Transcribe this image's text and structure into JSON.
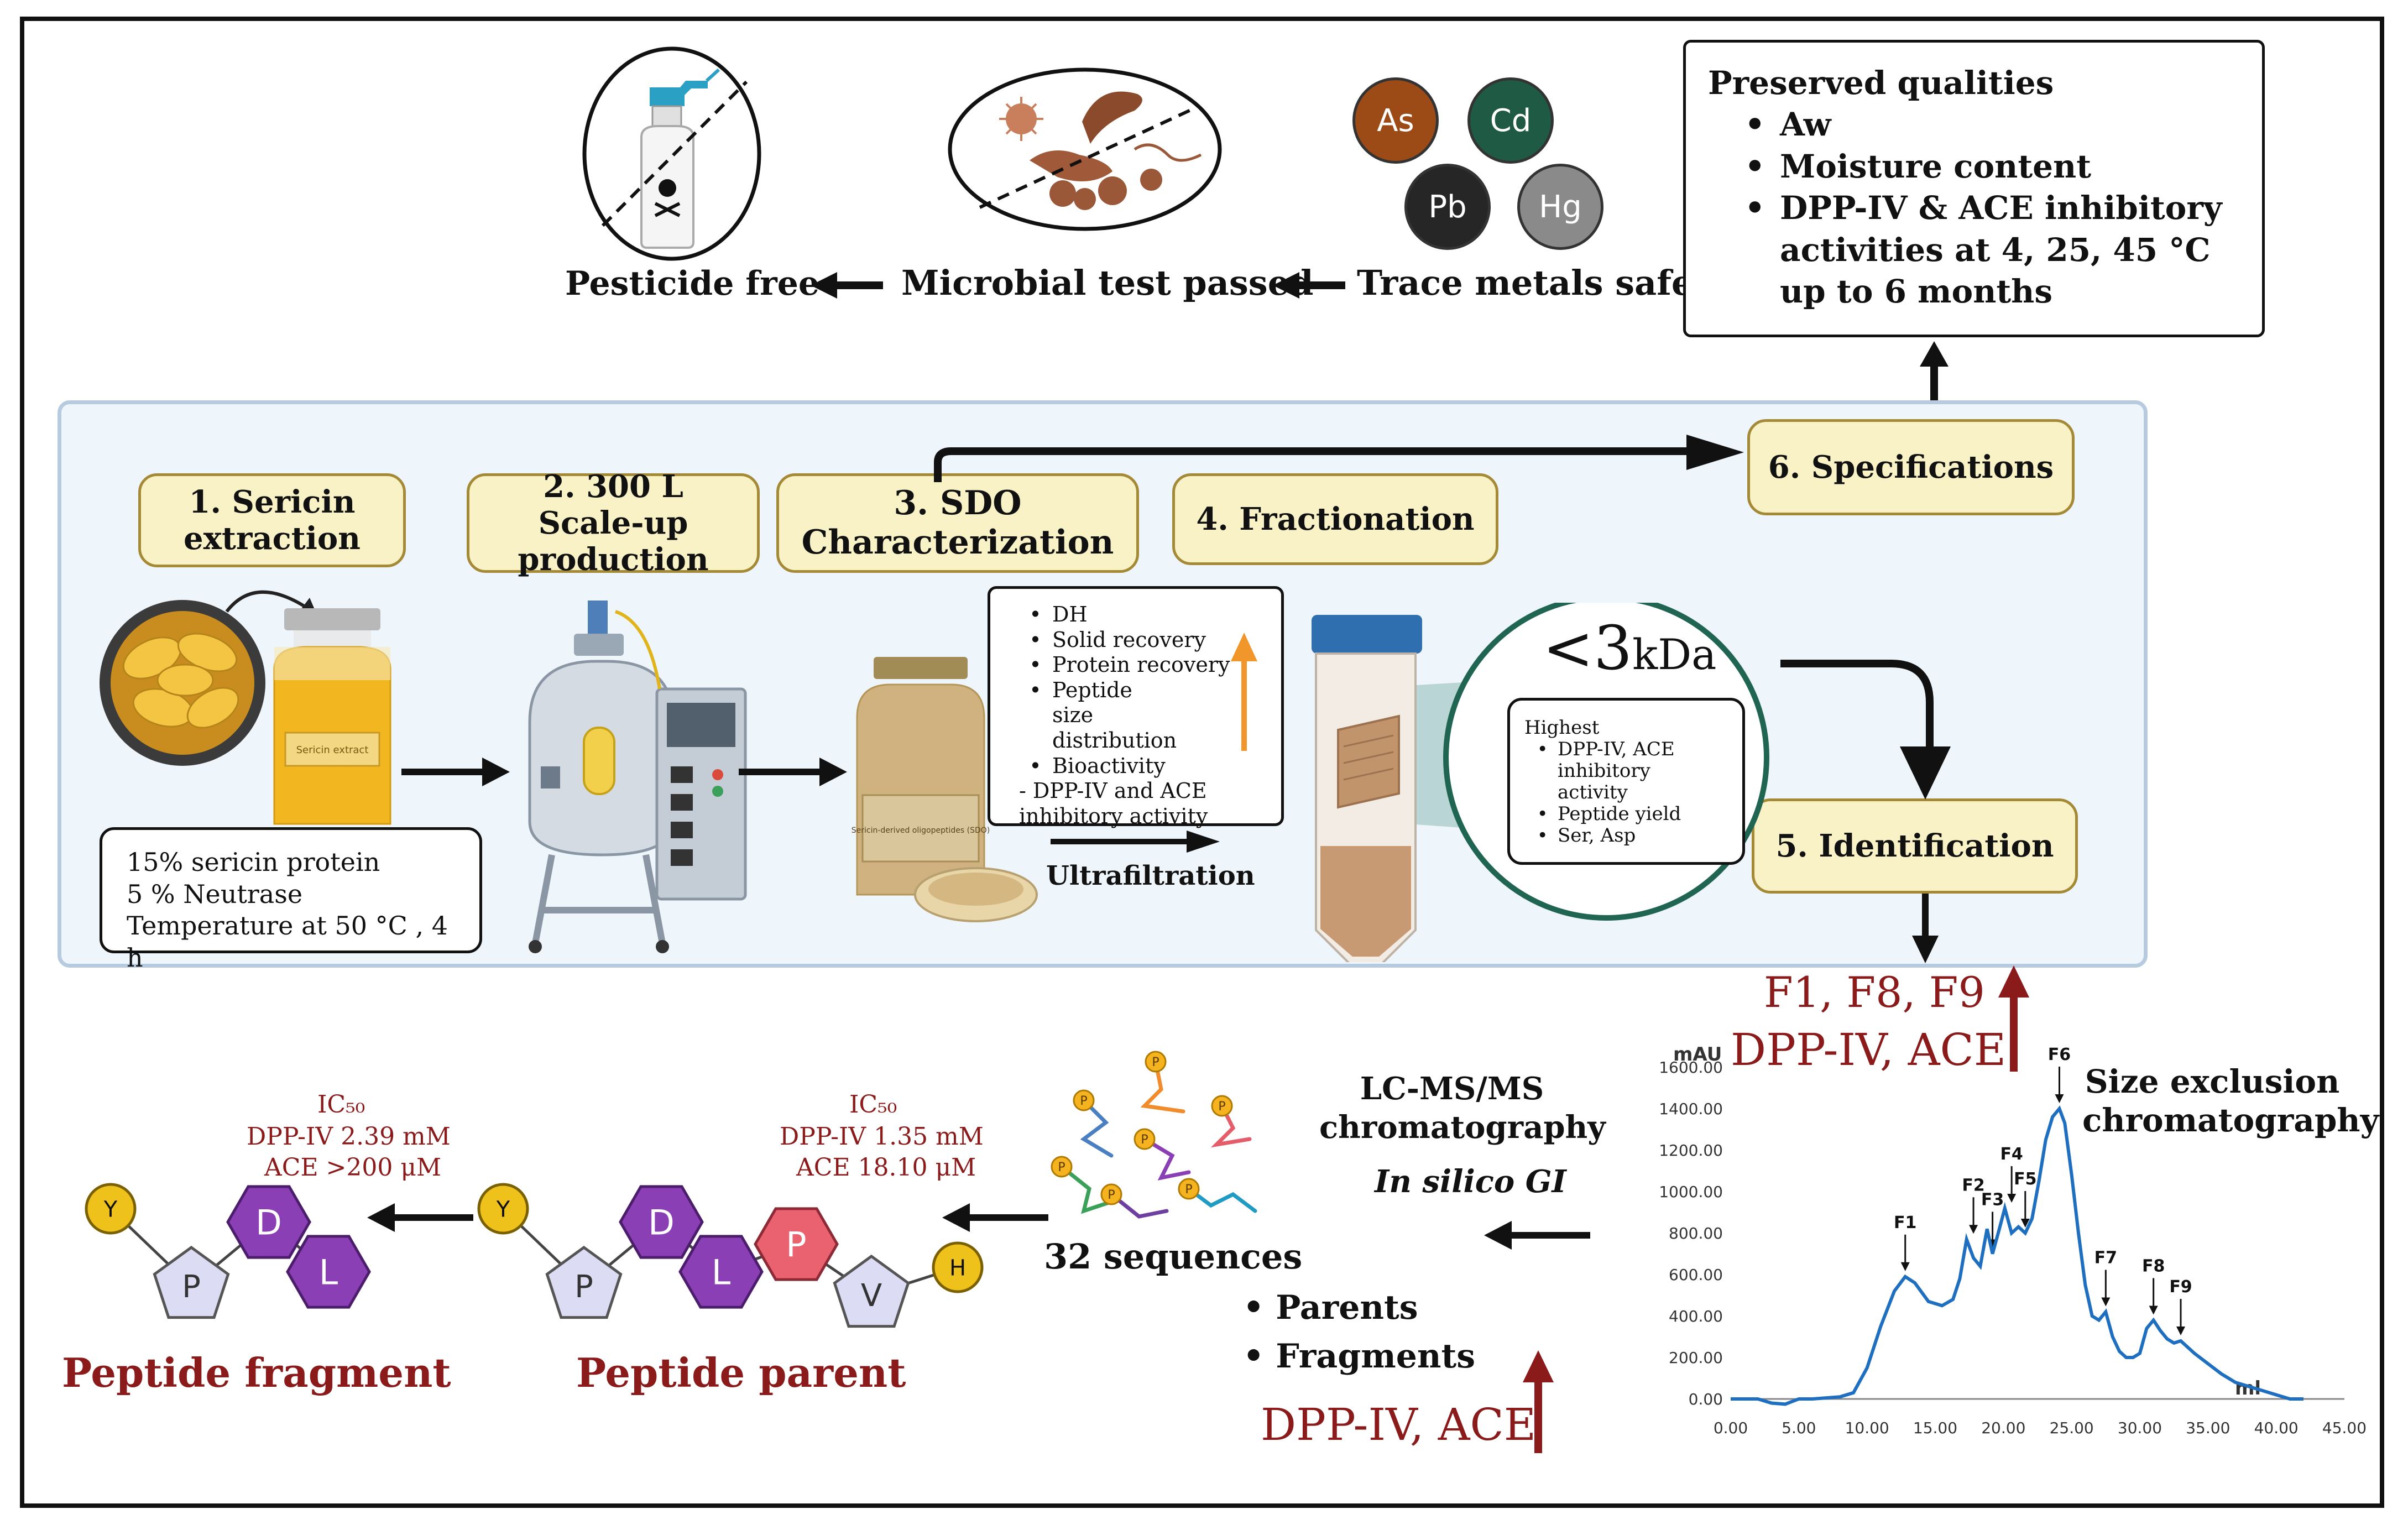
{
  "top": {
    "pesticide_label": "Pesticide free",
    "microbial_label": "Microbial test passed",
    "trace_label": "Trace metals safe",
    "metals": [
      {
        "symbol": "As",
        "color": "#9c4a16"
      },
      {
        "symbol": "Cd",
        "color": "#1f5a44"
      },
      {
        "symbol": "Pb",
        "color": "#262626"
      },
      {
        "symbol": "Hg",
        "color": "#8a8a8a"
      }
    ],
    "preserved": {
      "title": "Preserved qualities",
      "items": [
        "Aw",
        "Moisture content",
        "DPP-IV & ACE inhibitory activities at 4, 25, 45 °C up to 6 months"
      ]
    }
  },
  "steps": {
    "s1": "1. Sericin extraction",
    "s2": "2. 300 L Scale-up production",
    "s3": "3. SDO Characterization",
    "s4": "4. Fractionation",
    "s5": "5. Identification",
    "s6": "6. Specifications"
  },
  "extraction": {
    "jar_label": "Sericin extract",
    "conditions": [
      "15% sericin protein",
      "5 % Neutrase",
      "Temperature at 50 °C , 4 h"
    ]
  },
  "characterization": {
    "powder_label": "Sericin-derived oligopeptides (SDO)",
    "items": [
      "DH",
      "Solid recovery",
      "Protein recovery",
      "Peptide size distribution",
      "Bioactivity"
    ],
    "sub_item": "- DPP-IV and ACE inhibitory activity",
    "ultrafiltration_label": "Ultrafiltration"
  },
  "fraction": {
    "cutoff_symbol": "<3",
    "cutoff_unit": "kDa",
    "highest_title": "Highest",
    "highest_items": [
      "DPP-IV, ACE inhibitory activity",
      "Peptide yield",
      "Ser, Asp"
    ]
  },
  "results": {
    "fractions_label": "F1, F8, F9",
    "activity_label": "DPP-IV, ACE",
    "sec_label": "Size exclusion chromatography",
    "lcms_label": "LC-MS/MS chromatography",
    "insilico_label": "In silico GI",
    "sequences_label": "32 sequences",
    "parents_label": "Parents",
    "fragments_label": "Fragments",
    "bottom_activity_label": "DPP-IV, ACE"
  },
  "peptides": {
    "parent": {
      "label": "Peptide parent",
      "ic50_title": "IC₅₀",
      "dpp": "DPP-IV 1.35 mM",
      "ace": "ACE 18.10 μM",
      "residues": [
        "Y",
        "P",
        "D",
        "L",
        "P",
        "V",
        "H"
      ]
    },
    "fragment": {
      "label": "Peptide fragment",
      "ic50_title": "IC₅₀",
      "dpp": "DPP-IV 2.39 mM",
      "ace": "ACE >200 μM",
      "residues": [
        "Y",
        "P",
        "D",
        "L"
      ]
    },
    "sequence_p_marker": "P"
  },
  "chart_data": {
    "type": "line",
    "ylabel": "mAU",
    "xlabel": "ml",
    "xlim": [
      0,
      45
    ],
    "ylim": [
      0,
      1600
    ],
    "x_ticks": [
      "0.00",
      "5.00",
      "10.00",
      "15.00",
      "20.00",
      "25.00",
      "30.00",
      "35.00",
      "40.00",
      "45.00"
    ],
    "y_ticks": [
      "0.00",
      "200.00",
      "400.00",
      "600.00",
      "800.00",
      "1000.00",
      "1200.00",
      "1400.00",
      "1600.00"
    ],
    "series": [
      {
        "color": "#1f6fc0",
        "x": [
          0,
          2,
          3,
          4,
          5,
          6,
          7,
          8,
          9,
          10,
          11,
          12,
          12.8,
          13.5,
          14.5,
          15.5,
          16.3,
          16.8,
          17.3,
          17.8,
          18.3,
          18.8,
          19.2,
          19.7,
          20.1,
          20.6,
          21.1,
          21.6,
          22.1,
          22.6,
          23.1,
          23.6,
          24.1,
          24.5,
          25,
          25.5,
          26,
          26.5,
          27,
          27.5,
          28,
          28.5,
          29,
          29.5,
          30,
          30.5,
          31,
          31.5,
          32,
          32.5,
          33,
          34,
          35,
          36,
          37,
          38,
          39,
          40,
          40.5,
          41,
          42
        ],
        "y": [
          0,
          0,
          -20,
          -25,
          0,
          0,
          5,
          10,
          30,
          150,
          350,
          520,
          590,
          560,
          470,
          450,
          480,
          580,
          770,
          680,
          640,
          820,
          700,
          820,
          920,
          800,
          830,
          800,
          870,
          1050,
          1250,
          1360,
          1400,
          1330,
          1080,
          800,
          550,
          400,
          380,
          420,
          300,
          230,
          200,
          200,
          220,
          340,
          380,
          330,
          290,
          270,
          280,
          220,
          170,
          120,
          80,
          60,
          40,
          20,
          10,
          0,
          0
        ]
      }
    ],
    "peaks": [
      {
        "label": "F1",
        "x": 12.8,
        "y": 590
      },
      {
        "label": "F2",
        "x": 17.8,
        "y": 770
      },
      {
        "label": "F3",
        "x": 19.2,
        "y": 700
      },
      {
        "label": "F4",
        "x": 20.6,
        "y": 920
      },
      {
        "label": "F5",
        "x": 21.6,
        "y": 800
      },
      {
        "label": "F6",
        "x": 24.1,
        "y": 1400
      },
      {
        "label": "F7",
        "x": 27.5,
        "y": 420
      },
      {
        "label": "F8",
        "x": 31,
        "y": 380
      },
      {
        "label": "F9",
        "x": 33,
        "y": 280
      }
    ]
  }
}
